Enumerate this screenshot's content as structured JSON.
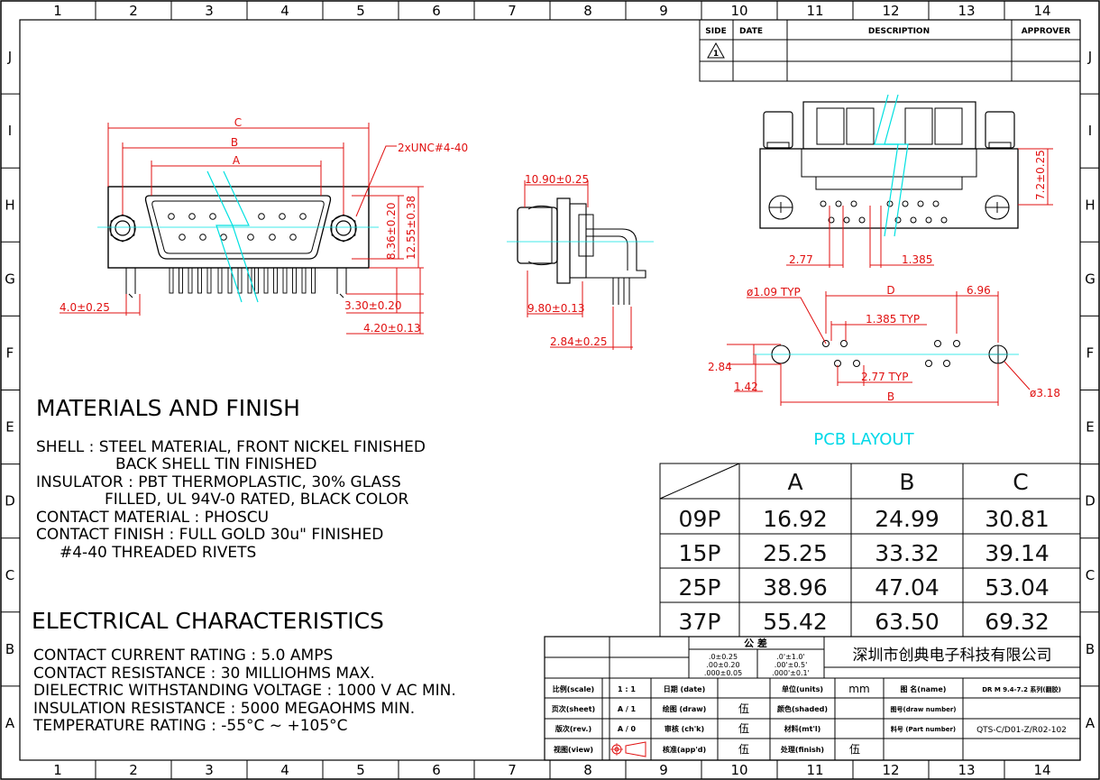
{
  "frame": {
    "col_zones": [
      "1",
      "2",
      "3",
      "4",
      "5",
      "6",
      "7",
      "8",
      "9",
      "10",
      "11",
      "12",
      "13",
      "14"
    ],
    "row_zones": [
      "J",
      "I",
      "H",
      "G",
      "F",
      "E",
      "D",
      "C",
      "B",
      "A"
    ]
  },
  "revision_block": {
    "headers": [
      "SIDE",
      "DATE",
      "DESCRIPTION",
      "APPROVER"
    ],
    "marker": "1"
  },
  "dimensions": {
    "front": {
      "c": "C",
      "b": "B",
      "a": "A",
      "thread": "2xUNC#4-40",
      "h1": "8.36±0.20",
      "h2": "12.55±0.38",
      "tail_offset": "4.0±0.25",
      "tail_len": "3.30±0.20",
      "tail_total": "4.20±0.13"
    },
    "side": {
      "top": "10.90±0.25",
      "mid": "9.80±0.13",
      "pin": "2.84±0.25"
    },
    "bottom": {
      "height": "7.2±0.25",
      "pitch_l": "2.77",
      "pitch_r": "1.385"
    },
    "pcb": {
      "hole": "ø1.09 TYP",
      "d": "D",
      "edge": "6.96",
      "pitch_top": "1.385 TYP",
      "row_gap": "2.84",
      "row_off": "1.42",
      "pitch_bot": "2.77 TYP",
      "b": "B",
      "mount": "ø3.18"
    }
  },
  "pcb_layout_title": "PCB LAYOUT",
  "materials": {
    "title": "MATERIALS AND FINISH",
    "lines": [
      "SHELL : STEEL MATERIAL, FRONT NICKEL FINISHED",
      "BACK SHELL TIN FINISHED",
      "INSULATOR : PBT THERMOPLASTIC, 30% GLASS",
      "FILLED, UL 94V-0 RATED, BLACK   COLOR",
      "CONTACT MATERIAL : PHOSCU",
      "CONTACT FINISH : FULL GOLD 30u\" FINISHED",
      "#4-40 THREADED RIVETS"
    ]
  },
  "electrical": {
    "title": "ELECTRICAL CHARACTERISTICS",
    "lines": [
      "CONTACT CURRENT RATING : 5.0 AMPS",
      "CONTACT RESISTANCE : 30 MILLIOHMS MAX.",
      "DIELECTRIC WITHSTANDING VOLTAGE : 1000 V AC MIN.",
      "INSULATION RESISTANCE : 5000 MEGAOHMS MIN.",
      "TEMPERATURE RATING : -55°C ~  +105°C"
    ]
  },
  "size_table": {
    "columns": [
      "A",
      "B",
      "C"
    ],
    "rows": [
      {
        "label": "09P",
        "values": [
          "16.92",
          "24.99",
          "30.81"
        ]
      },
      {
        "label": "15P",
        "values": [
          "25.25",
          "33.32",
          "39.14"
        ]
      },
      {
        "label": "25P",
        "values": [
          "38.96",
          "47.04",
          "53.04"
        ]
      },
      {
        "label": "37P",
        "values": [
          "55.42",
          "63.50",
          "69.32"
        ]
      }
    ]
  },
  "title_block": {
    "tolerance_label": "公 差",
    "tol_linear": [
      ".0±0.25",
      ".00±0.20",
      ".000±0.05"
    ],
    "tol_angle": [
      ".0'±1.0'",
      ".00'±0.5'",
      ".000'±0.1'"
    ],
    "company": "深圳市创典电子科技有限公司",
    "scale_label": "比例(scale)",
    "scale_value": "1 : 1",
    "date_label": "日期 (date)",
    "units_label": "单位(units)",
    "units_value": "mm",
    "name_label": "图 名(name)",
    "name_value": "DR M 9.4-7.2 系列(翻胶)",
    "sheet_label": "页次(sheet)",
    "sheet_value": "A / 1",
    "draw_label": "绘图 (draw)",
    "draw_value": "伍",
    "shaded_label": "颜色(shaded)",
    "drawno_label": "图号(draw number)",
    "rev_label": "版次(rev.)",
    "rev_value": "A / 0",
    "chk_label": "审核 (ch'k)",
    "chk_value": "伍",
    "mtl_label": "材料(mt'l)",
    "partno_label": "料号 (Part number)",
    "partno_value": "QTS-C/D01-Z/R02-102",
    "view_label": "视图(view)",
    "app_label": "核准(app'd)",
    "app_value": "伍",
    "finish_label": "处理(finish)",
    "finish_value": "伍"
  }
}
